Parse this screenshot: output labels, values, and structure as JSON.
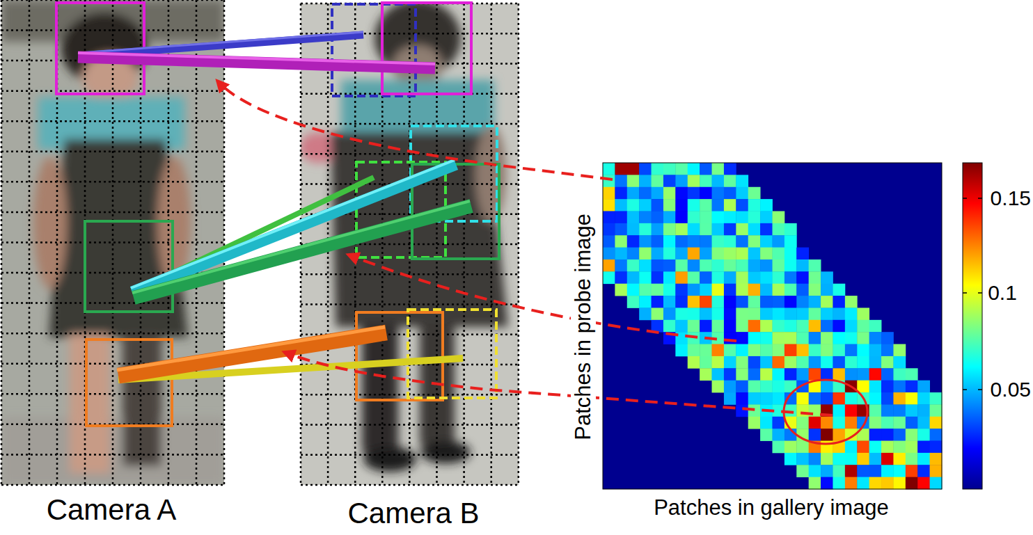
{
  "diagram": {
    "labels": [
      "Camera A",
      "Camera B",
      "Patches in probe image",
      "Patches in gallery image",
      "0.15",
      "0.1",
      "0.05"
    ]
  }
}
